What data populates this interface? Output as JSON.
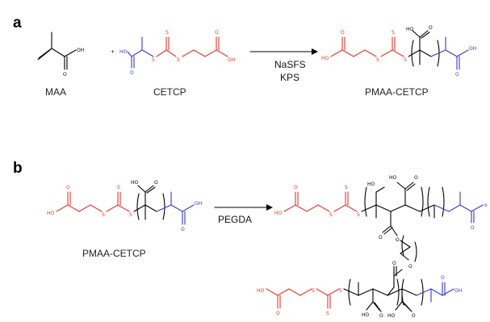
{
  "panels": {
    "a": "a",
    "b": "b"
  },
  "panel_a": {
    "reactant1": "MAA",
    "plus": "+",
    "reactant2": "CETCP",
    "reagent1": "NaSFS",
    "reagent2": "KPS",
    "product": "PMAA-CETCP"
  },
  "panel_b": {
    "reactant": "PMAA-CETCP",
    "reagent": "PEGDA"
  },
  "atoms": {
    "O": "O",
    "OH": "OH",
    "HO": "HO",
    "S": "S",
    "O_cut": "O",
    "OH_cut": "o"
  },
  "colors": {
    "black": "#000000",
    "red": "#e8342f",
    "blue": "#3a3ac9"
  }
}
